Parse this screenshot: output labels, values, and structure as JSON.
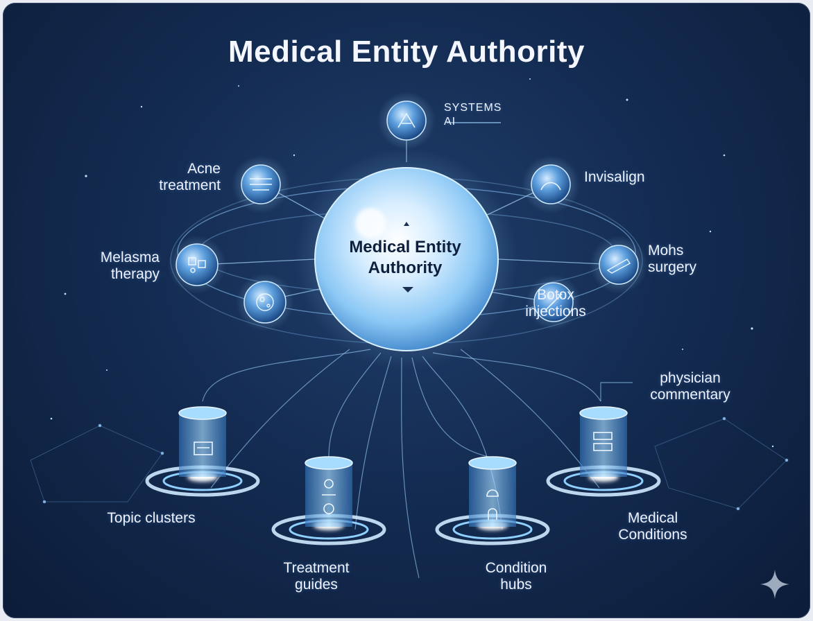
{
  "title": "Medical Entity Authority",
  "hub": {
    "line1": "Medical Entity",
    "line2": "Authority"
  },
  "top_node": {
    "line1": "SYSTEMS",
    "line2": "AI"
  },
  "orbit_nodes": [
    {
      "id": "acne",
      "line1": "Acne",
      "line2": "treatment",
      "icon": "label-text-icon"
    },
    {
      "id": "melasma",
      "line1": "Melasma",
      "line2": "therapy",
      "icon": "skin-texture-icon"
    },
    {
      "id": "cell",
      "line1": "",
      "line2": "",
      "icon": "cell-icon"
    },
    {
      "id": "invisalign",
      "line1": "Invisalign",
      "line2": "",
      "icon": "aligner-icon"
    },
    {
      "id": "mohs",
      "line1": "Mohs",
      "line2": "surgery",
      "icon": "scalpel-icon"
    },
    {
      "id": "botox",
      "line1": "Botox",
      "line2": "injections",
      "icon": "syringe-icon"
    }
  ],
  "pillars": [
    {
      "id": "topic",
      "line1": "Topic clusters",
      "line2": "",
      "icon": "folder-icon"
    },
    {
      "id": "treatment",
      "line1": "Treatment",
      "line2": "guides",
      "icon": "person-icon"
    },
    {
      "id": "condition",
      "line1": "Condition",
      "line2": "hubs",
      "icon": "bell-icon"
    },
    {
      "id": "medical",
      "line1": "Medical",
      "line2": "Conditions",
      "icon": "document-icon"
    }
  ],
  "annotation": {
    "line1": "physician",
    "line2": "commentary"
  },
  "colors": {
    "glow": "#8fd0ff",
    "line": "#9fd4ff",
    "bg": "#142c52"
  }
}
